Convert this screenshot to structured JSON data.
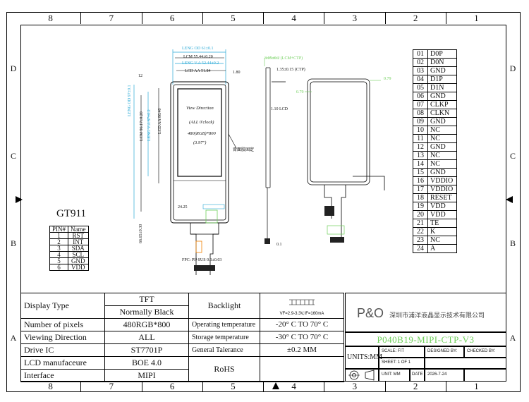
{
  "zones_top": [
    "8",
    "7",
    "6",
    "5",
    "4",
    "3",
    "2",
    "1"
  ],
  "zones_bottom": [
    "8",
    "7",
    "6",
    "5",
    "4",
    "3",
    "2",
    "1"
  ],
  "rows_left": [
    "D",
    "C",
    "B",
    "A"
  ],
  "rows_right": [
    "D",
    "C",
    "B",
    "A"
  ],
  "front_view": {
    "dim_lcm_od": "LENG OD 61±0.1",
    "dim_lcm": "LCM 55.44±0.20",
    "dim_va": "LENG V.A 52.44±0.2",
    "dim_aa": "LCD AA 51.84",
    "dim_offset": "1.80",
    "dim_12": "12",
    "dim_height_od": "LENG OD 97±0.1",
    "dim_height_lcm": "LCM 96.17±0.20",
    "dim_height_va": "LENG V.A 87±0.2",
    "dim_height_aa": "LCD AA 86.40",
    "dim_24": "24.25",
    "dim_total": "66.65±0.30",
    "fpc_note": "FPC: PI+SUS 0.1±0.03",
    "view_title": "View Direction",
    "view_clock": "(ALL  0'clock)",
    "view_res": "480(RGB)*800",
    "view_size": "(3.97\")",
    "side_note": "背面胶固定"
  },
  "side_view": {
    "dim_top": "3.05±0.2 (LCM+CTP)",
    "dim_ctp": "1.35±0.15 (CTP)",
    "dim_lcd": "1.10 LCD",
    "bottom_note": "0.1"
  },
  "back_view": {
    "dim_a": "0.79",
    "dim_b": "0.79"
  },
  "pins": [
    {
      "n": "01",
      "s": "D0P"
    },
    {
      "n": "02",
      "s": "D0N"
    },
    {
      "n": "03",
      "s": "GND"
    },
    {
      "n": "04",
      "s": "D1P"
    },
    {
      "n": "05",
      "s": "D1N"
    },
    {
      "n": "06",
      "s": "GND"
    },
    {
      "n": "07",
      "s": "CLKP"
    },
    {
      "n": "08",
      "s": "CLKN"
    },
    {
      "n": "09",
      "s": "GND"
    },
    {
      "n": "10",
      "s": "NC"
    },
    {
      "n": "11",
      "s": "NC"
    },
    {
      "n": "12",
      "s": "GND"
    },
    {
      "n": "13",
      "s": "NC"
    },
    {
      "n": "14",
      "s": "NC"
    },
    {
      "n": "15",
      "s": "GND"
    },
    {
      "n": "16",
      "s": "VDDIO"
    },
    {
      "n": "17",
      "s": "VDDIO"
    },
    {
      "n": "18",
      "s": "RESET"
    },
    {
      "n": "19",
      "s": "VDD"
    },
    {
      "n": "20",
      "s": "VDD"
    },
    {
      "n": "21",
      "s": "TE"
    },
    {
      "n": "22",
      "s": "K"
    },
    {
      "n": "23",
      "s": "NC"
    },
    {
      "n": "24",
      "s": "A"
    }
  ],
  "gt911": {
    "title": "GT911",
    "header": [
      "PIN#",
      "Name"
    ],
    "rows": [
      {
        "n": "1",
        "s": "RST"
      },
      {
        "n": "2",
        "s": "INT"
      },
      {
        "n": "3",
        "s": "SDA"
      },
      {
        "n": "4",
        "s": "SCL"
      },
      {
        "n": "5",
        "s": "GND"
      },
      {
        "n": "6",
        "s": "VDD"
      }
    ]
  },
  "spec": {
    "display_type_label": "Display Type",
    "display_type_1": "TFT",
    "display_type_2": "Normally Black",
    "pixels_label": "Number of pixels",
    "pixels": "480RGB*800",
    "view_dir_label": "Viewing Direction",
    "view_dir": "ALL",
    "drive_ic_label": "Drive IC",
    "drive_ic": "ST7701P",
    "lcd_manu_label": "LCD manufaceure",
    "lcd_manu": "BOE 4.0",
    "interface_label": "Interface",
    "interface": "MIPI",
    "backlight_label": "Backlight",
    "op_temp_label": "Operating temperature",
    "op_temp": "-20° C TO 70° C",
    "st_temp_label": "Storage temperature",
    "st_temp": "-30° C TO 70° C",
    "tol_label": "General Talerance",
    "tol": "±0.2 MM",
    "rohs": "RoHS",
    "led_note": "VF=2.9-3.3V,IF=160mA"
  },
  "title_block": {
    "logo": "P&O",
    "company": "深圳市浦洋液晶显示技术有限公司",
    "part": "P040B19-MIPI-CTP-V3",
    "units": "UNITS:MM",
    "scale_label": "SCALE:",
    "scale": "FIT",
    "designed_label": "DESIGNED BY:",
    "checked_label": "CHECKED BY:",
    "sheet_label": "SHEET:",
    "sheet": "1 OF 1",
    "unit_label": "UNIT:",
    "unit": "MM",
    "date_label": "DATE",
    "date": "2026-7-24"
  },
  "colors": {
    "accent": "#29a9d6",
    "part_green": "#6fcf5a",
    "highlight": "#f4e23c",
    "line": "#000000"
  }
}
